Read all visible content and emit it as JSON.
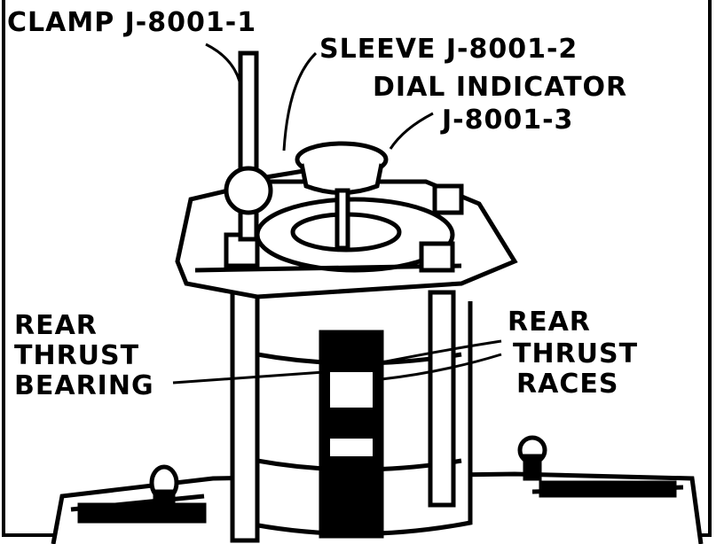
{
  "labels": {
    "clamp": "CLAMP J-8001-1",
    "sleeve": "SLEEVE J-8001-2",
    "dial_indicator_line1": "DIAL INDICATOR",
    "dial_indicator_line2": "J-8001-3",
    "bearing_line1": "REAR",
    "bearing_line2": "THRUST",
    "bearing_line3": "BEARING",
    "races_line1": "REAR",
    "races_line2": "THRUST",
    "races_line3": "RACES"
  },
  "colors": {
    "ink": "#000000",
    "paper": "#ffffff"
  }
}
